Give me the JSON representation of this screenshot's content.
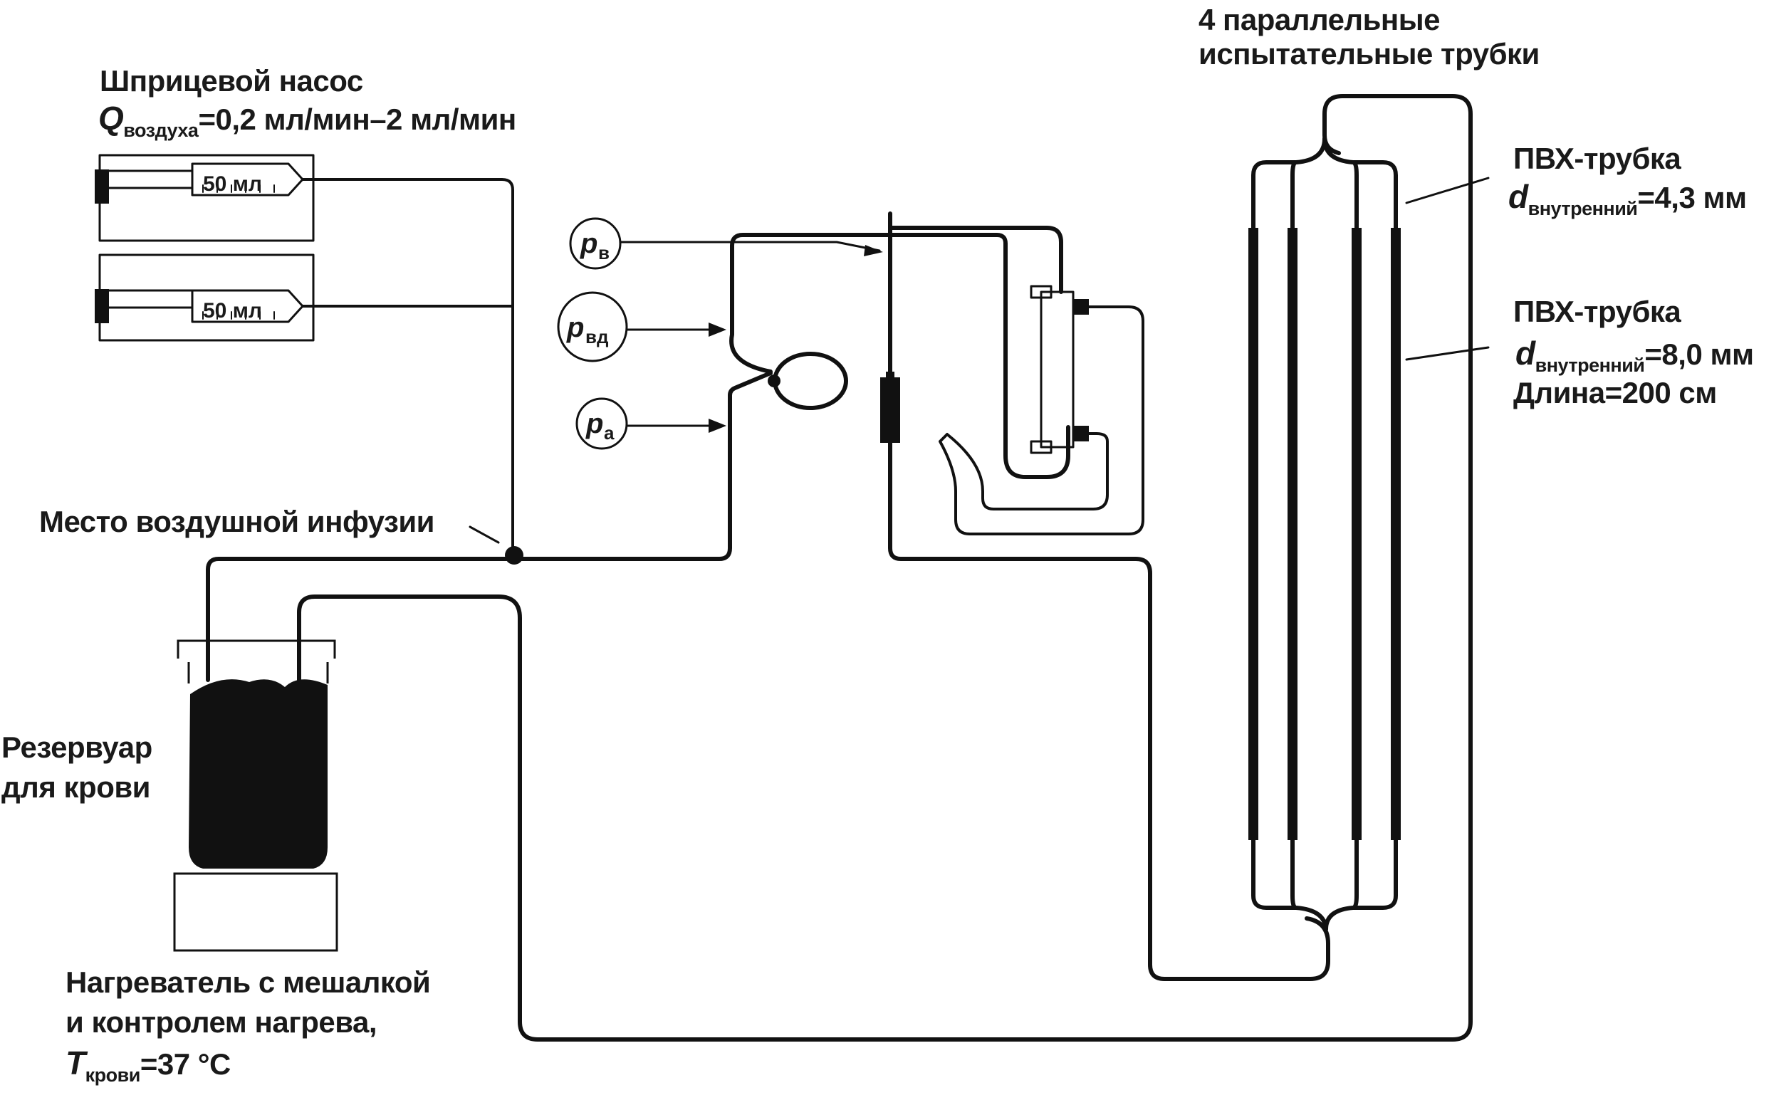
{
  "labels": {
    "syringe_pump_title": "Шприцевой насос",
    "syringe_flow_symbol": "Q",
    "syringe_flow_sub": "воздуха",
    "syringe_flow_value": "=0,2 мл/мин–2 мл/мин",
    "syringe_volume_1": "50 мл",
    "syringe_volume_2": "50 мл",
    "parallel_tubes_line1": "4 параллельные",
    "parallel_tubes_line2": "испытательные трубки",
    "pvc_tube_1_title": "ПВХ-трубка",
    "pvc_tube_1_symbol": "d",
    "pvc_tube_1_sub": "внутренний",
    "pvc_tube_1_value": "=4,3 мм",
    "pvc_tube_2_title": "ПВХ-трубка",
    "pvc_tube_2_symbol": "d",
    "pvc_tube_2_sub": "внутренний",
    "pvc_tube_2_value": "=8,0 мм",
    "pvc_tube_2_length": "Длина=200 см",
    "air_infusion_site": "Место воздушной инфузии",
    "reservoir_line1": "Резервуар",
    "reservoir_line2": "для крови",
    "heater_line1": "Нагреватель с мешалкой",
    "heater_line2": "и контролем нагрева,",
    "heater_temp_symbol": "T",
    "heater_temp_sub": "крови",
    "heater_temp_value": "=37 °C"
  },
  "pressure_sensors": {
    "p_v": {
      "symbol": "p",
      "sub": "в"
    },
    "p_vd": {
      "symbol": "p",
      "sub": "вд"
    },
    "p_a": {
      "symbol": "p",
      "sub": "а"
    }
  },
  "colors": {
    "line": "#111111",
    "background": "#ffffff"
  }
}
